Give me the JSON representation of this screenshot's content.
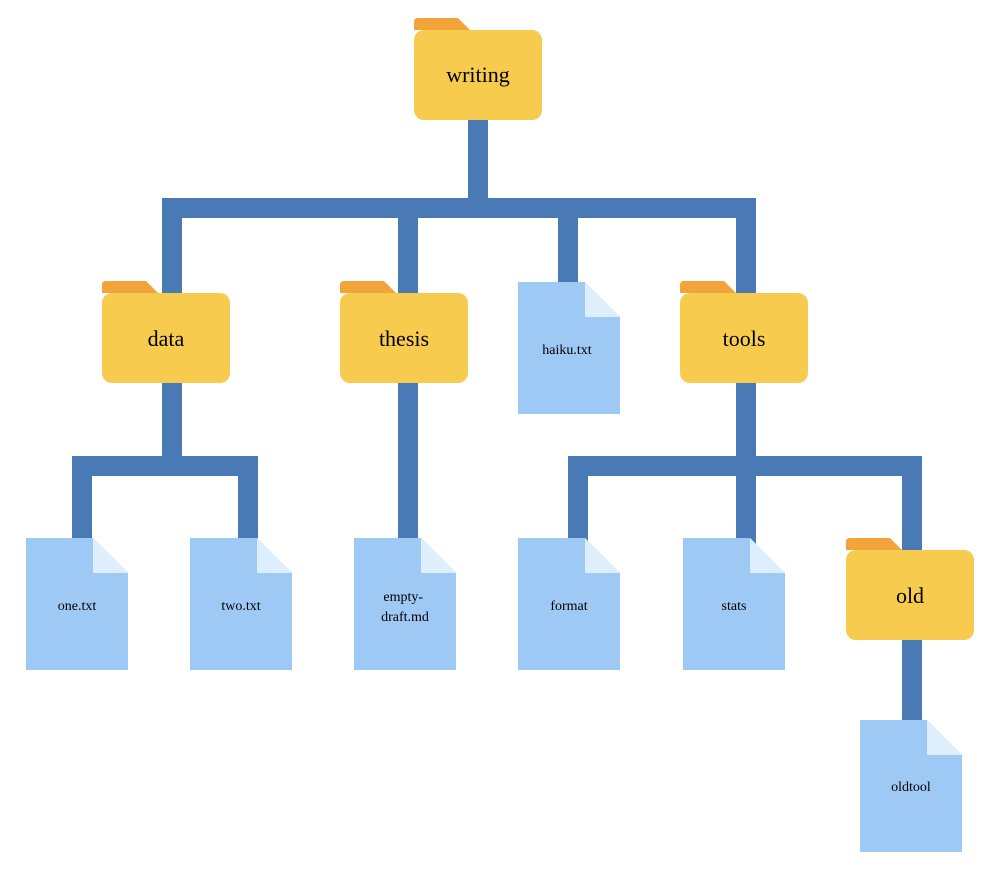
{
  "tree": {
    "root": {
      "name": "writing",
      "type": "folder",
      "children": [
        {
          "name": "data",
          "type": "folder",
          "children": [
            {
              "name": "one.txt",
              "type": "file"
            },
            {
              "name": "two.txt",
              "type": "file"
            }
          ]
        },
        {
          "name": "thesis",
          "type": "folder",
          "children": [
            {
              "name": "empty-draft.md",
              "type": "file",
              "lines": [
                "empty-",
                "draft.md"
              ]
            }
          ]
        },
        {
          "name": "haiku.txt",
          "type": "file"
        },
        {
          "name": "tools",
          "type": "folder",
          "children": [
            {
              "name": "format",
              "type": "file"
            },
            {
              "name": "stats",
              "type": "file"
            },
            {
              "name": "old",
              "type": "folder",
              "children": [
                {
                  "name": "oldtool",
                  "type": "file"
                }
              ]
            }
          ]
        }
      ]
    },
    "colors": {
      "connector": "#4a7ab5",
      "folder": "#f7cb4d",
      "folder_tab": "#f2a33a",
      "file": "#9ec9f5",
      "file_fold": "#ddeefd"
    },
    "icons": {
      "folder": "folder-icon",
      "file": "file-icon"
    }
  }
}
